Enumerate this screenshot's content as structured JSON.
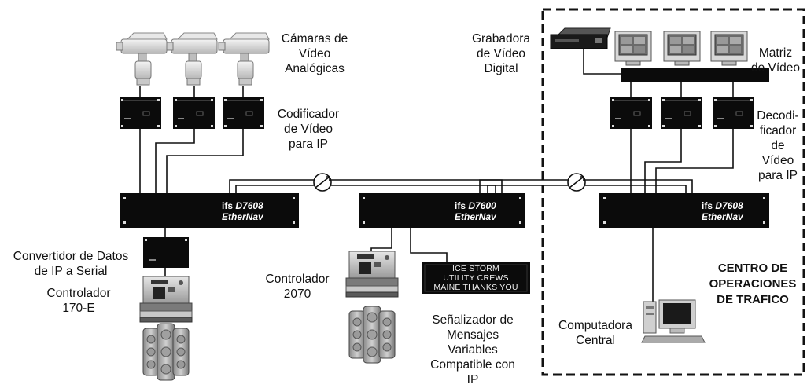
{
  "labels": {
    "cameras": [
      "Cámaras de",
      "Vídeo",
      "Analógicas"
    ],
    "encoder": [
      "Codificador",
      "de Vídeo",
      "para IP"
    ],
    "dvr": [
      "Grabadora",
      "de Vídeo",
      "Digital"
    ],
    "matrix": [
      "Matriz",
      "de Vídeo"
    ],
    "decoder": [
      "Decodi-",
      "ficador",
      "de",
      "Vídeo",
      "para IP"
    ],
    "converter": [
      "Convertidor de Datos",
      "de IP a Serial"
    ],
    "controller170": [
      "Controlador",
      "170-E"
    ],
    "controller2070": [
      "Controlador",
      "2070"
    ],
    "vms": [
      "Señalizador de",
      "Mensajes",
      "Variables",
      "Compatible con",
      "IP"
    ],
    "toc": [
      "CENTRO DE",
      "OPERACIONES",
      "DE TRAFICO"
    ],
    "computer": [
      "Computadora",
      "Central"
    ]
  },
  "switches": {
    "left": {
      "brand": "ifs",
      "model": "D7608",
      "name": "EtherNav"
    },
    "center": {
      "brand": "ifs",
      "model": "D7600",
      "name": "EtherNav"
    },
    "right": {
      "brand": "ifs",
      "model": "D7608",
      "name": "EtherNav"
    }
  },
  "sign": [
    "ICE STORM",
    "UTILITY CREWS",
    "MAINE THANKS YOU"
  ],
  "colors": {
    "equipment": "#0b0b0b",
    "line": "#111111",
    "background": "#ffffff"
  }
}
